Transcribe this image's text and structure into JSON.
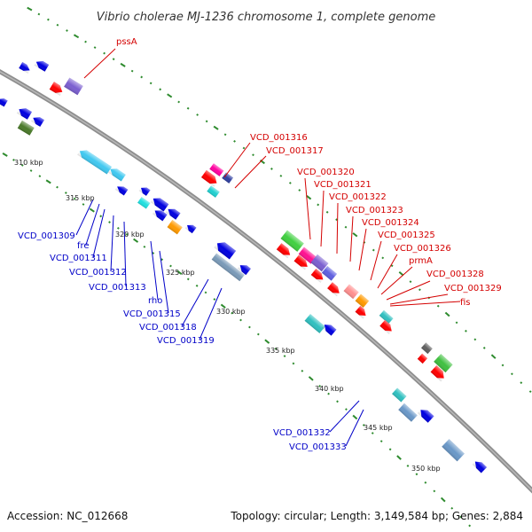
{
  "title": "Vibrio cholerae MJ-1236 chromosome 1, complete genome",
  "footer": {
    "accession": "Accession: NC_012668",
    "topology": "Topology: circular; Length: 3,149,584 bp; Genes: 2,884"
  },
  "colors": {
    "backbone": "#7a7a7a",
    "dots": "#2e8b2e",
    "forward_label": "#d40000",
    "reverse_label": "#0000c8"
  },
  "tick_labels": [
    "310 kbp",
    "315 kbp",
    "320 kbp",
    "325 kbp",
    "330 kbp",
    "335 kbp",
    "340 kbp",
    "345 kbp",
    "350 kbp"
  ],
  "forward_genes": [
    "pssA",
    "VCD_001316",
    "VCD_001317",
    "VCD_001320",
    "VCD_001321",
    "VCD_001322",
    "VCD_001323",
    "VCD_001324",
    "VCD_001325",
    "VCD_001326",
    "prmA",
    "VCD_001328",
    "VCD_001329",
    "fis"
  ],
  "reverse_genes": [
    "VCD_001309",
    "fre",
    "VCD_001311",
    "VCD_001312",
    "VCD_001313",
    "rho",
    "VCD_001315",
    "VCD_001318",
    "VCD_001319",
    "VCD_001332",
    "VCD_001333"
  ]
}
